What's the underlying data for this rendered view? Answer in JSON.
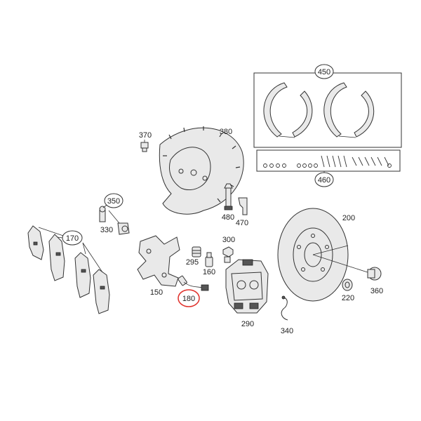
{
  "parts": [
    {
      "id": "p450",
      "num": "450"
    },
    {
      "id": "p460",
      "num": "460"
    },
    {
      "id": "p370",
      "num": "370"
    },
    {
      "id": "p380",
      "num": "380"
    },
    {
      "id": "p350",
      "num": "350"
    },
    {
      "id": "p330",
      "num": "330"
    },
    {
      "id": "p170",
      "num": "170"
    },
    {
      "id": "p480",
      "num": "480"
    },
    {
      "id": "p470",
      "num": "470"
    },
    {
      "id": "p300",
      "num": "300"
    },
    {
      "id": "p295",
      "num": "295"
    },
    {
      "id": "p160",
      "num": "160"
    },
    {
      "id": "p150",
      "num": "150"
    },
    {
      "id": "p180",
      "num": "180",
      "highlight": true
    },
    {
      "id": "p290",
      "num": "290"
    },
    {
      "id": "p200",
      "num": "200"
    },
    {
      "id": "p220",
      "num": "220"
    },
    {
      "id": "p360",
      "num": "360"
    },
    {
      "id": "p340",
      "num": "340"
    }
  ],
  "highlight_color": "#e0302a"
}
